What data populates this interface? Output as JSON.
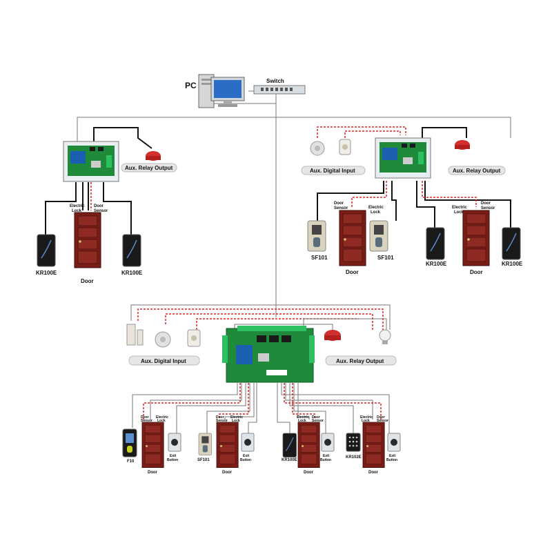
{
  "labels": {
    "pc": "PC",
    "switch": "Switch",
    "aux_relay_output": "Aux. Relay Output",
    "aux_digital_input": "Aux. Digital Input",
    "electric_lock": "Electric\nLock",
    "door_sensor": "Door\nSensor",
    "door": "Door",
    "kr100e": "KR100E",
    "sf101": "SF101",
    "f10": "F10",
    "kr102e": "KR102E",
    "exit_button": "Exit\nButton"
  },
  "colors": {
    "wire": "#111111",
    "signal_wire": "#dd2222",
    "board_green": "#1e8a3a",
    "door": "#7a1d17",
    "reader_dark": "#1a1a1a",
    "alarm_red": "#d32f2f"
  }
}
